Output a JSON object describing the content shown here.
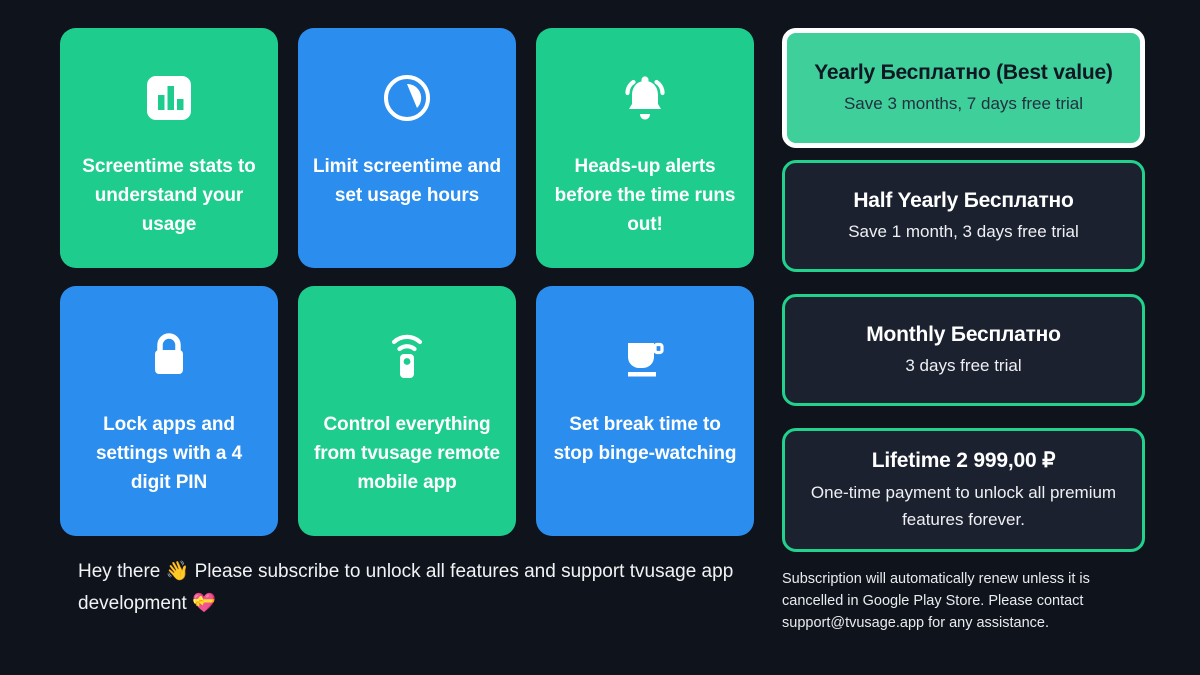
{
  "theme": {
    "background": "#0f131c",
    "green": "#1ECD8E",
    "blue": "#2B8DEE",
    "selected_fill": "#3ECF9B",
    "outline_fill": "#1C2130",
    "outline_border": "#21D18C",
    "selected_ring": "#ffffff"
  },
  "features": [
    {
      "icon": "bar-chart-icon",
      "color": "green",
      "text": "Screentime stats to understand your usage"
    },
    {
      "icon": "timer-pie-icon",
      "color": "blue",
      "text": "Limit screentime and set usage hours"
    },
    {
      "icon": "bell-alert-icon",
      "color": "green",
      "text": "Heads-up alerts before the time runs out!"
    },
    {
      "icon": "lock-icon",
      "color": "blue",
      "text": "Lock apps and settings with a 4 digit PIN"
    },
    {
      "icon": "remote-control-icon",
      "color": "green",
      "text": "Control everything from tvusage remote mobile app"
    },
    {
      "icon": "coffee-cup-icon",
      "color": "blue",
      "text": "Set break time to stop binge-watching"
    }
  ],
  "promo": {
    "text": "Hey there 👋 Please subscribe to unlock all features and support tvusage app development 💝"
  },
  "plans": [
    {
      "id": "yearly",
      "title": "Yearly Бесплатно (Best value)",
      "subtitle": "Save 3 months, 7 days free trial",
      "selected": true
    },
    {
      "id": "half-yearly",
      "title": "Half Yearly Бесплатно",
      "subtitle": "Save 1 month, 3 days free trial",
      "selected": false
    },
    {
      "id": "monthly",
      "title": "Monthly Бесплатно",
      "subtitle": "3 days free trial",
      "selected": false
    },
    {
      "id": "lifetime",
      "title": "Lifetime 2 999,00 ₽",
      "subtitle": "One-time payment to unlock all premium features forever.",
      "selected": false
    }
  ],
  "legal": {
    "text": "Subscription will automatically renew unless it is cancelled in Google Play Store. Please contact support@tvusage.app for any assistance."
  }
}
